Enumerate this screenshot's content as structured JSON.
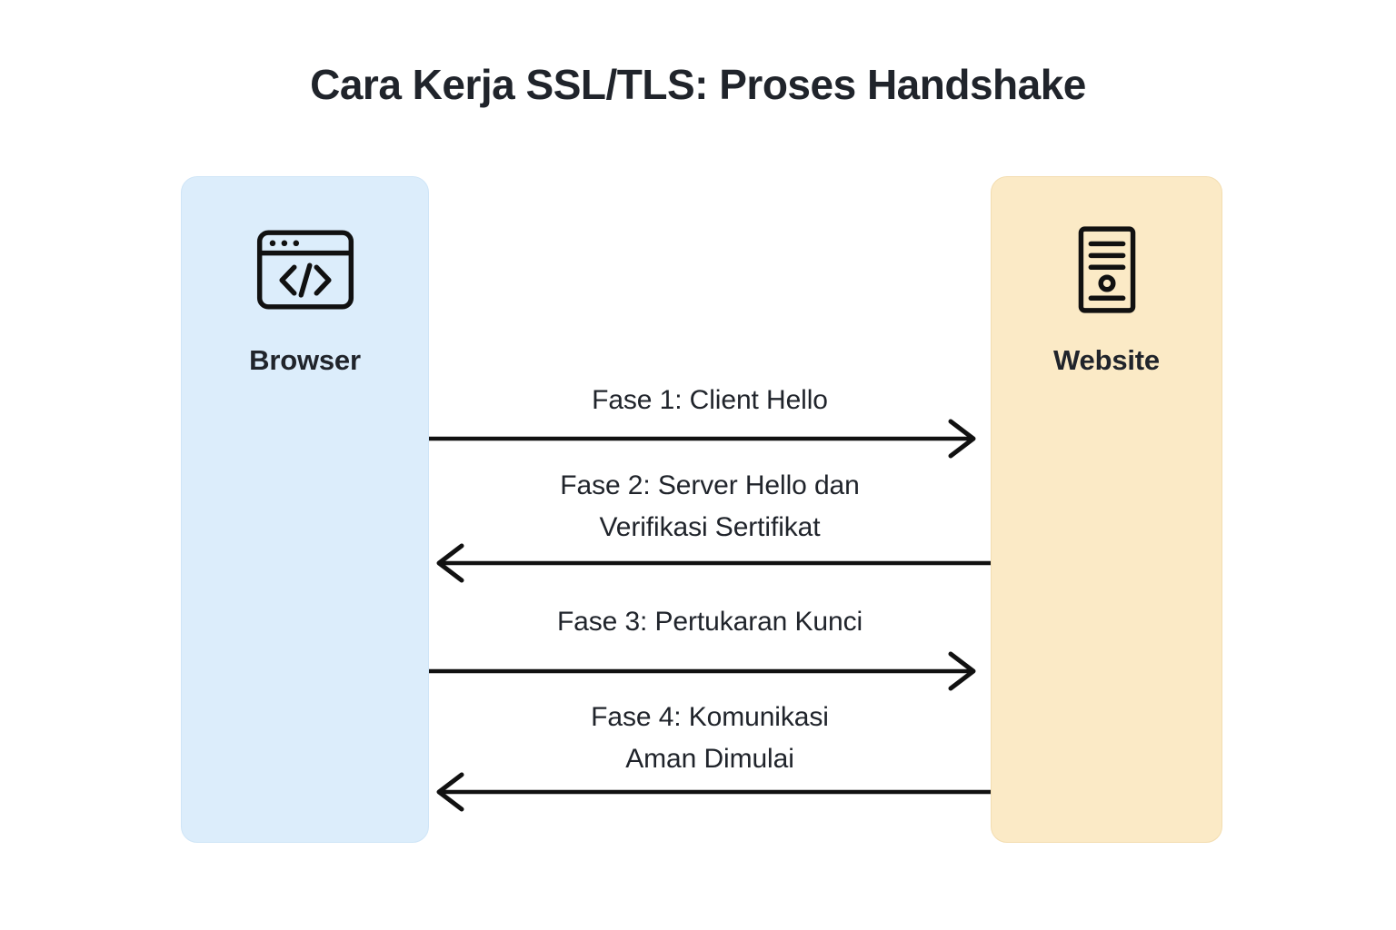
{
  "diagram": {
    "title": "Cara Kerja SSL/TLS: Proses Handshake",
    "colors": {
      "background": "#ffffff",
      "title_text": "#20242b",
      "browser_fill": "#dcedfb",
      "browser_border": "#cfe5f7",
      "website_fill": "#fbeac6",
      "website_border": "#f3ddb0",
      "arrow": "#111111",
      "icon_stroke": "#111111"
    },
    "actors": [
      {
        "id": "browser",
        "label": "Browser",
        "icon": "browser-window-code-icon",
        "side": "left"
      },
      {
        "id": "website",
        "label": "Website",
        "icon": "server-rack-icon",
        "side": "right"
      }
    ],
    "messages": [
      {
        "index": 1,
        "label": "Fase 1: Client Hello",
        "lines": [
          "Fase 1: Client Hello"
        ],
        "direction": "right",
        "from": "browser",
        "to": "website"
      },
      {
        "index": 2,
        "label": "Fase 2: Server Hello dan Verifikasi Sertifikat",
        "lines": [
          "Fase 2: Server Hello dan",
          "Verifikasi Sertifikat"
        ],
        "direction": "left",
        "from": "website",
        "to": "browser"
      },
      {
        "index": 3,
        "label": "Fase 3: Pertukaran Kunci",
        "lines": [
          "Fase 3: Pertukaran Kunci"
        ],
        "direction": "right",
        "from": "browser",
        "to": "website"
      },
      {
        "index": 4,
        "label": "Fase 4: Komunikasi Aman Dimulai",
        "lines": [
          "Fase 4: Komunikasi",
          "Aman Dimulai"
        ],
        "direction": "left",
        "from": "website",
        "to": "browser"
      }
    ]
  }
}
